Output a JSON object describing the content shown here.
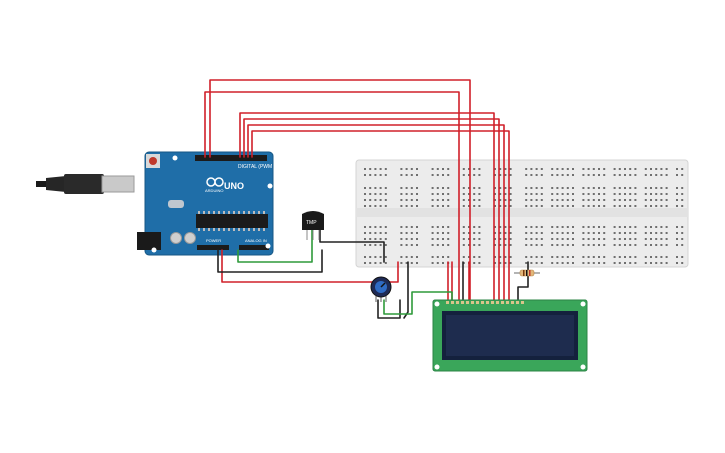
{
  "board": {
    "digital_label": "DIGITAL (PWM ~)",
    "logo_text": "UNO",
    "brand_text": "ARDUINO",
    "power_label": "POWER",
    "analog_label": "ANALOG IN"
  },
  "sensor": {
    "label": "TMP"
  },
  "colors": {
    "board": "#1f6ea8",
    "wire_red": "#d0202a",
    "wire_black": "#222222",
    "wire_green": "#2e9a3a",
    "lcd_pcb": "#3aa65a",
    "lcd_screen": "#1e2c4e",
    "breadboard": "#ececec"
  }
}
